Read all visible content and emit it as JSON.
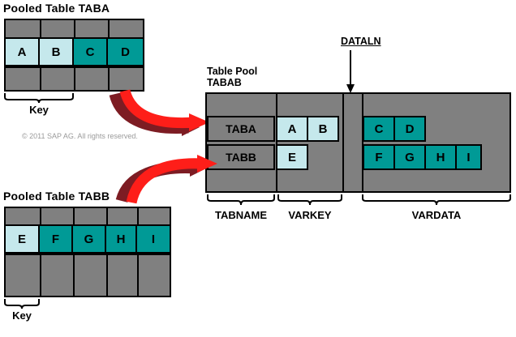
{
  "diagram": {
    "title_taba": "Pooled Table TABA",
    "title_tabb": "Pooled Table TABB",
    "title_pool_line1": "Table Pool",
    "title_pool_line2": "TABAB",
    "dataln_label": "DATALN",
    "copyright": "© 2011 SAP AG. All rights reserved.",
    "colors": {
      "key_fill": "#c5e8ec",
      "data_fill": "#009a96",
      "table_fill": "#808080",
      "border": "#000000",
      "arrow_red": "#fe1e19",
      "arrow_shadow": "#7d1c23",
      "copyright_text": "#9a9a9a"
    }
  },
  "taba": {
    "title": "Pooled Table TABA",
    "key_label": "Key",
    "columns": [
      {
        "label": "A",
        "type": "key"
      },
      {
        "label": "B",
        "type": "key"
      },
      {
        "label": "C",
        "type": "data"
      },
      {
        "label": "D",
        "type": "data"
      }
    ]
  },
  "tabb": {
    "title": "Pooled Table TABB",
    "key_label": "Key",
    "columns": [
      {
        "label": "E",
        "type": "key"
      },
      {
        "label": "F",
        "type": "data"
      },
      {
        "label": "G",
        "type": "data"
      },
      {
        "label": "H",
        "type": "data"
      },
      {
        "label": "I",
        "type": "data"
      }
    ]
  },
  "pool": {
    "title_line1": "Table Pool",
    "title_line2": "TABAB",
    "column_labels": {
      "tabname": "TABNAME",
      "varkey": "VARKEY",
      "vardata": "VARDATA"
    },
    "dataln": "DATALN",
    "rows": [
      {
        "tabname": "TABA",
        "varkey": [
          "A",
          "B"
        ],
        "vardata": [
          "C",
          "D"
        ]
      },
      {
        "tabname": "TABB",
        "varkey": [
          "E"
        ],
        "vardata": [
          "F",
          "G",
          "H",
          "I"
        ]
      }
    ]
  }
}
